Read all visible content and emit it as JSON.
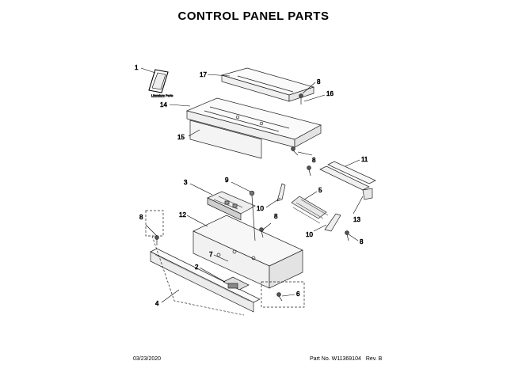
{
  "title": "CONTROL PANEL PARTS",
  "literature_label": "Literature Parts",
  "callouts": {
    "c1": "1",
    "c17": "17",
    "c8a": "8",
    "c16": "16",
    "c14": "14",
    "c15": "15",
    "c8b": "8",
    "c11": "11",
    "c3": "3",
    "c9": "9",
    "c5": "5",
    "c10a": "10",
    "c13": "13",
    "c8c": "8",
    "c12": "12",
    "c10b": "10",
    "c8d": "8",
    "c7": "7",
    "c2": "2",
    "c6": "6",
    "c4": "4",
    "c8e": "8"
  },
  "footer": {
    "date": "03/23/2020",
    "part_no": "Part No.  W11369104",
    "rev": "Rev. B"
  }
}
